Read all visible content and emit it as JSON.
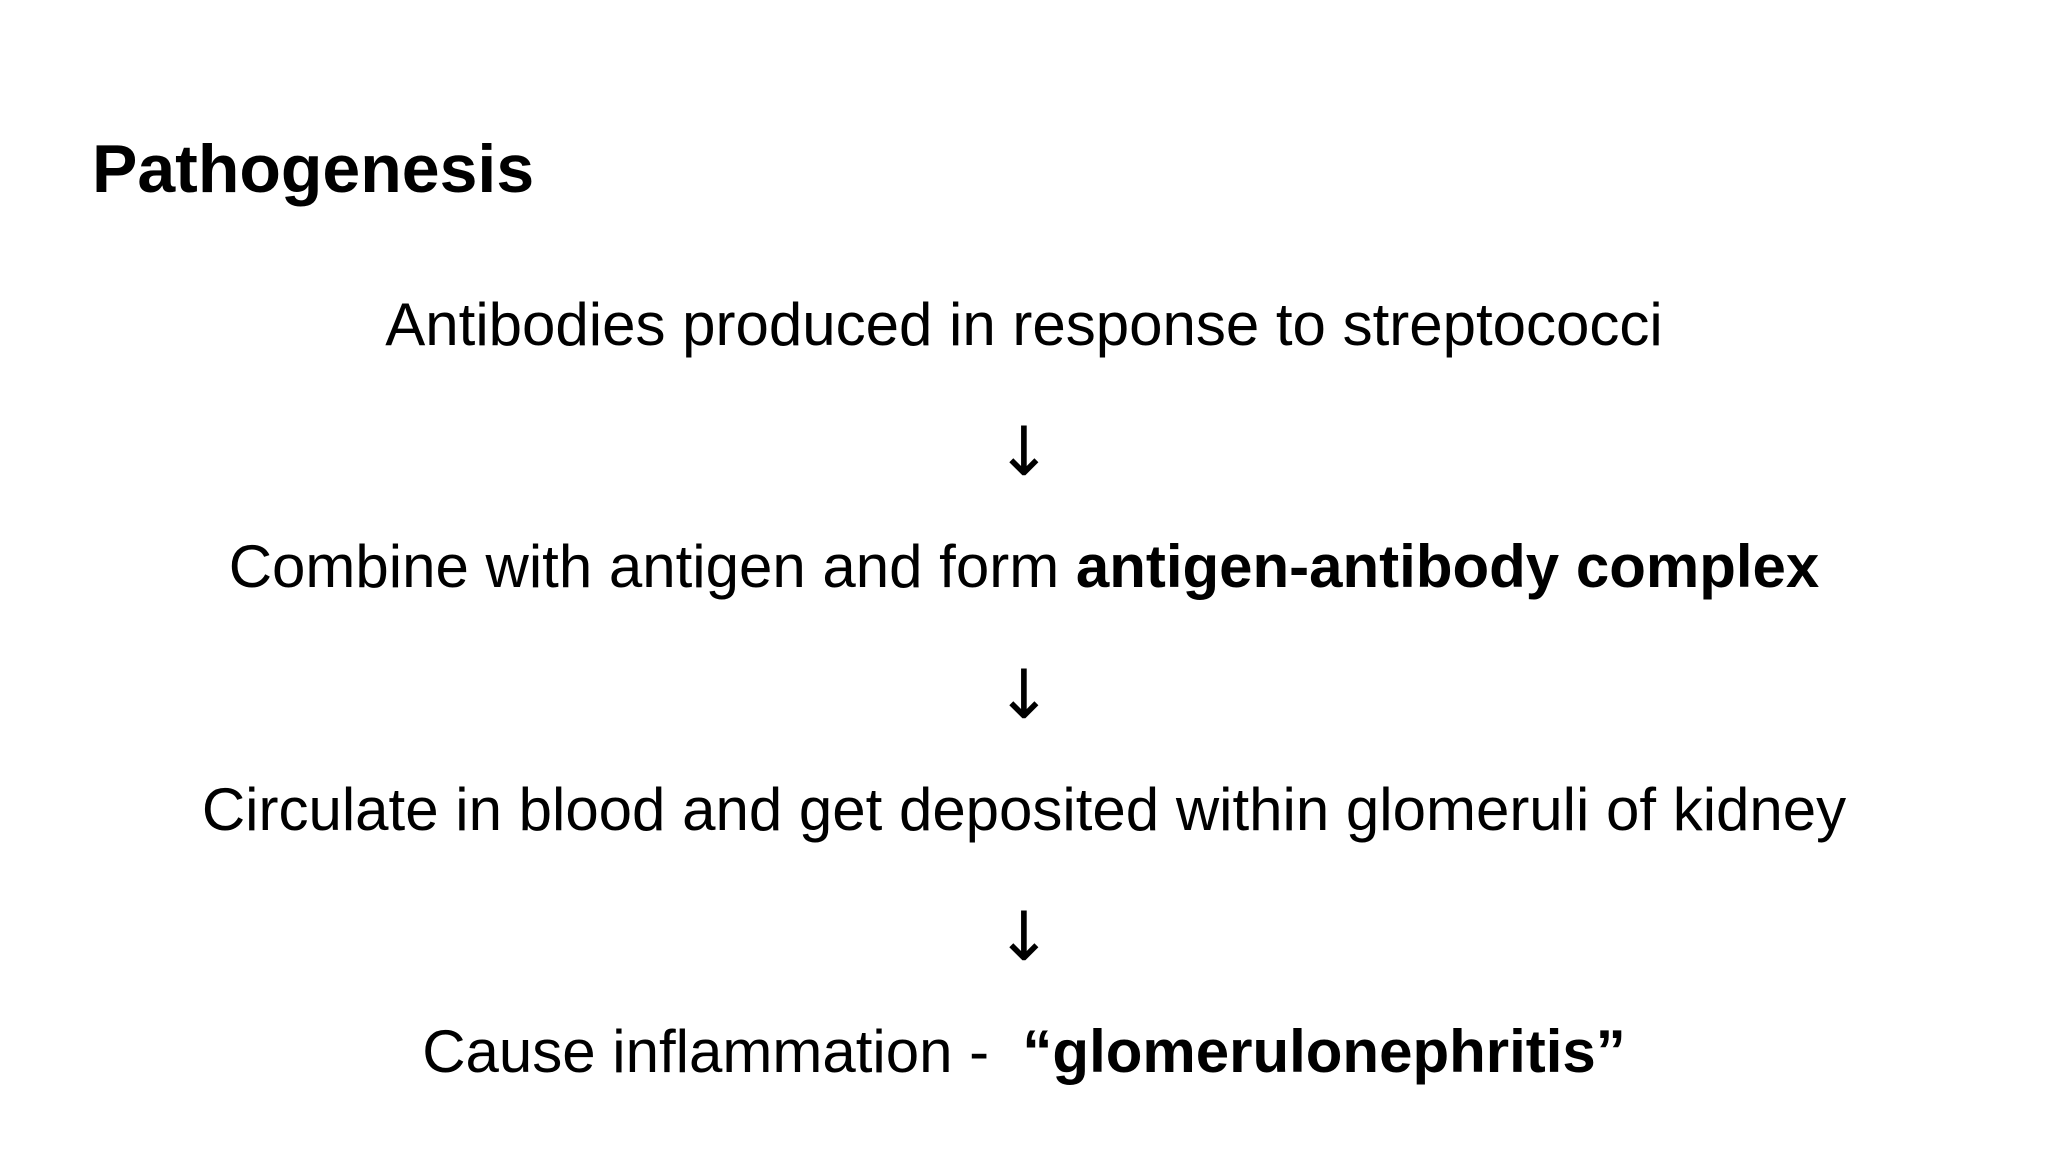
{
  "title": "Pathogenesis",
  "steps": [
    {
      "text": "Antibodies produced in response to streptococci",
      "bold": ""
    },
    {
      "text": "Combine with antigen and form ",
      "bold": "antigen-antibody complex"
    },
    {
      "text": "Circulate in blood and get deposited within glomeruli of kidney",
      "bold": ""
    },
    {
      "text": "Cause inflammation -  ",
      "bold": "“glomerulonephritis”"
    }
  ],
  "arrow_glyph": "↓"
}
